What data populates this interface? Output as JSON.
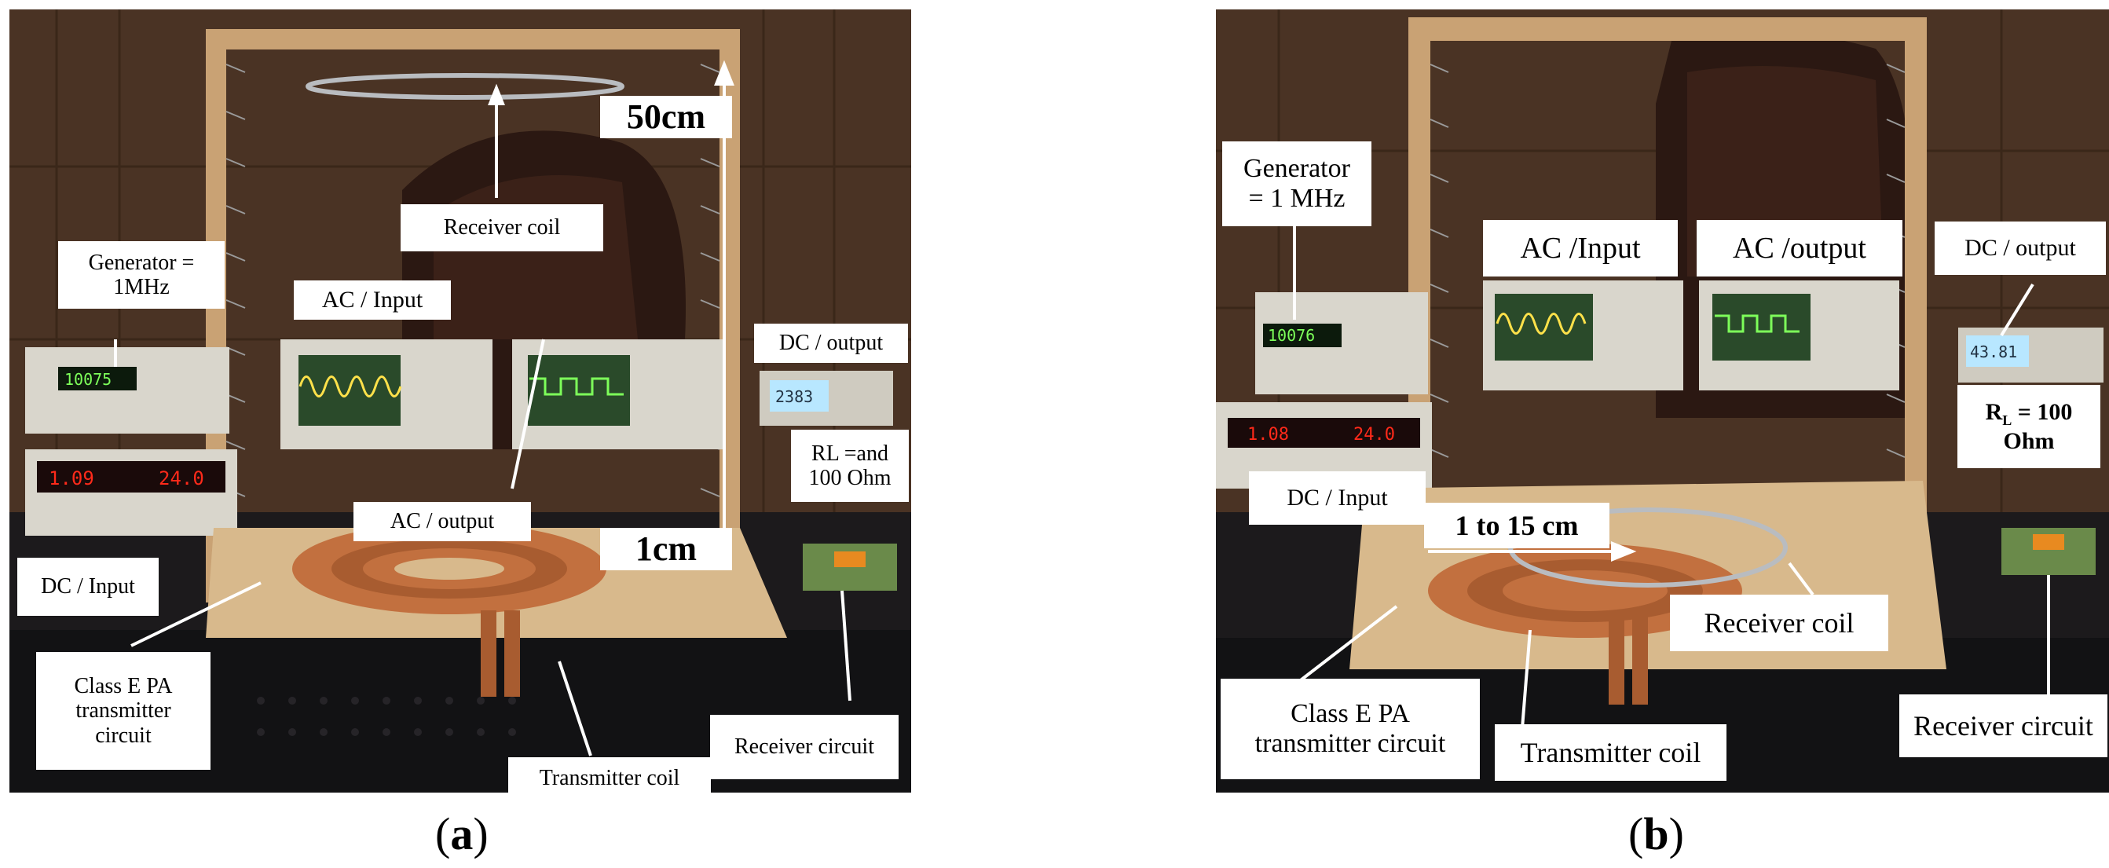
{
  "panel_a": {
    "caption_letter": "a",
    "labels": {
      "distance_top": "50cm",
      "receiver_coil": "Receiver coil",
      "generator": "Generator =\n1MHz",
      "ac_input": "AC / Input",
      "dc_output": "DC / output",
      "rl": "RL =and\n100 Ohm",
      "ac_output": "AC / output",
      "distance_bottom": "1cm",
      "dc_input": "DC / Input",
      "class_e": "Class E PA\ntransmitter\ncircuit",
      "receiver_circuit": "Receiver circuit",
      "transmitter_coil": "Transmitter coil"
    },
    "displays": {
      "generator": "10075",
      "dc_supply_left": "1.09",
      "dc_supply_right": "24.0",
      "dc_meter": "2383"
    }
  },
  "panel_b": {
    "caption_letter": "b",
    "labels": {
      "generator": "Generator\n= 1 MHz",
      "ac_input": "AC /Input",
      "ac_output": "AC /output",
      "dc_output": "DC / output",
      "rl_main": "R",
      "rl_sub": "L",
      "rl_rest": " = 100",
      "rl_unit": "Ohm",
      "dc_input": "DC / Input",
      "distance": "1 to 15 cm",
      "receiver_coil": "Receiver coil",
      "class_e": "Class E PA\ntransmitter circuit",
      "transmitter_coil": "Transmitter coil",
      "receiver_circuit": "Receiver circuit"
    },
    "displays": {
      "generator": "10076",
      "dc_supply_left": "1.08",
      "dc_supply_right": "24.0",
      "dc_meter": "43.81"
    }
  },
  "colors": {
    "wood_wall": "#4a3324",
    "frame": "#c9a274",
    "copper": "#c2703f",
    "board": "#d8b98c",
    "instrument": "#d9d6cc",
    "scope_screen": "#2a4a2a",
    "led_red": "#ff2a1a",
    "led_green": "#7dff5a"
  }
}
